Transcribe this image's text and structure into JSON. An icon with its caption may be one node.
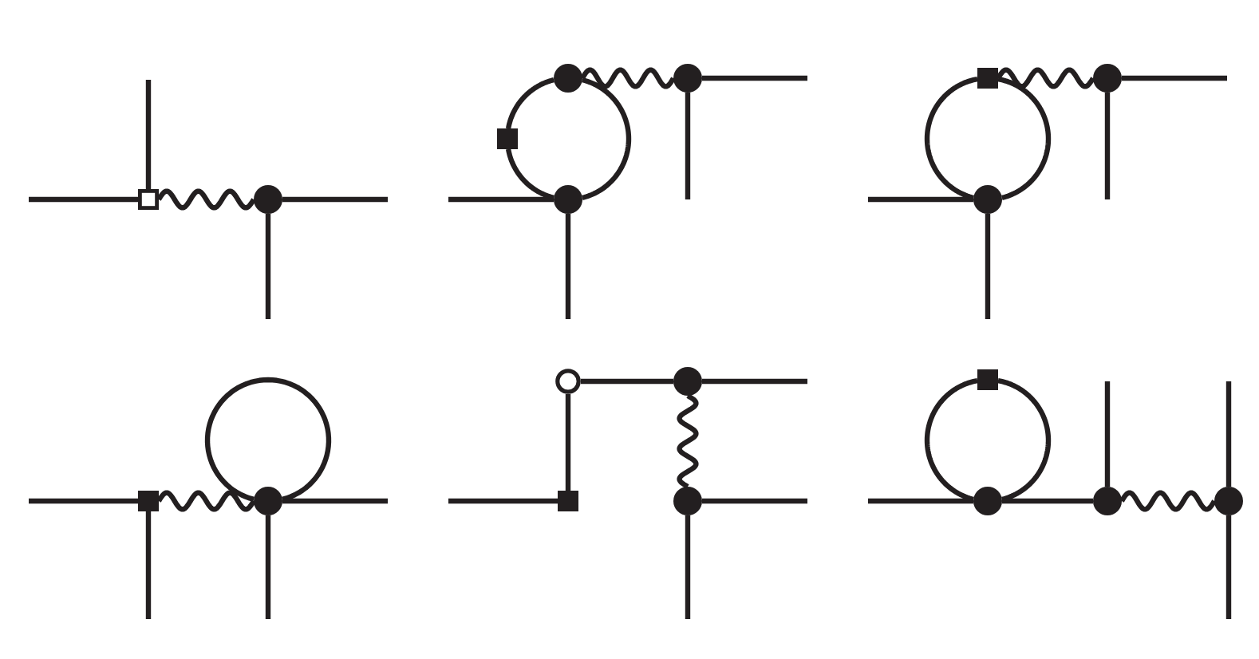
{
  "diagram": {
    "nodes": [
      {
        "text": [],
        "shape": "box"
      },
      {
        "text": [],
        "shape": "dot"
      },
      {
        "text": [],
        "shape": "dot"
      },
      {
        "text": [],
        "shape": "dot"
      },
      {
        "text": [],
        "shape": "square"
      },
      {
        "text": [],
        "shape": "dot"
      },
      {
        "text": [],
        "shape": "square"
      },
      {
        "text": [],
        "shape": "dot"
      },
      {
        "text": [],
        "shape": "dot"
      },
      {
        "text": [],
        "shape": "square"
      },
      {
        "text": [],
        "shape": "dot"
      },
      {
        "text": [],
        "shape": "circle"
      },
      {
        "text": [],
        "shape": "dot"
      },
      {
        "text": [],
        "shape": "square"
      },
      {
        "text": [],
        "shape": "dot"
      },
      {
        "text": [],
        "shape": "square"
      },
      {
        "text": [],
        "shape": "dot"
      },
      {
        "text": [],
        "shape": "dot"
      },
      {
        "text": [],
        "shape": "dot"
      }
    ],
    "edges": [
      {
        "from": null,
        "to": 0,
        "arrow": "none"
      },
      {
        "from": 0,
        "to": null,
        "arrow": "none"
      },
      {
        "from": 0,
        "to": 1,
        "arrow": "none"
      },
      {
        "from": 1,
        "to": null,
        "arrow": "none"
      },
      {
        "from": 1,
        "to": null,
        "arrow": "none"
      },
      {
        "from": 2,
        "to": 4,
        "arrow": "none"
      },
      {
        "from": 4,
        "to": 5,
        "arrow": "none"
      },
      {
        "from": 2,
        "to": 5,
        "arrow": "none"
      },
      {
        "from": 2,
        "to": 3,
        "arrow": "none"
      },
      {
        "from": 3,
        "to": null,
        "arrow": "none"
      },
      {
        "from": 3,
        "to": null,
        "arrow": "none"
      },
      {
        "from": null,
        "to": 5,
        "arrow": "none"
      },
      {
        "from": 5,
        "to": null,
        "arrow": "none"
      },
      {
        "from": 6,
        "to": 8,
        "arrow": "none"
      },
      {
        "from": 6,
        "to": 8,
        "arrow": "none"
      },
      {
        "from": 6,
        "to": 7,
        "arrow": "none"
      },
      {
        "from": 7,
        "to": null,
        "arrow": "none"
      },
      {
        "from": 7,
        "to": null,
        "arrow": "none"
      },
      {
        "from": null,
        "to": 8,
        "arrow": "none"
      },
      {
        "from": 8,
        "to": null,
        "arrow": "none"
      },
      {
        "from": null,
        "to": 9,
        "arrow": "none"
      },
      {
        "from": 9,
        "to": null,
        "arrow": "none"
      },
      {
        "from": 9,
        "to": 10,
        "arrow": "none"
      },
      {
        "from": 10,
        "to": 10,
        "arrow": "none"
      },
      {
        "from": 10,
        "to": null,
        "arrow": "none"
      },
      {
        "from": 10,
        "to": null,
        "arrow": "none"
      },
      {
        "from": 11,
        "to": 12,
        "arrow": "none"
      },
      {
        "from": 12,
        "to": null,
        "arrow": "none"
      },
      {
        "from": 11,
        "to": 13,
        "arrow": "none"
      },
      {
        "from": null,
        "to": 13,
        "arrow": "none"
      },
      {
        "from": 12,
        "to": 14,
        "arrow": "none"
      },
      {
        "from": 14,
        "to": null,
        "arrow": "none"
      },
      {
        "from": 14,
        "to": null,
        "arrow": "none"
      },
      {
        "from": 15,
        "to": 16,
        "arrow": "none"
      },
      {
        "from": 15,
        "to": 16,
        "arrow": "none"
      },
      {
        "from": null,
        "to": 16,
        "arrow": "none"
      },
      {
        "from": 16,
        "to": 17,
        "arrow": "none"
      },
      {
        "from": 17,
        "to": null,
        "arrow": "none"
      },
      {
        "from": 17,
        "to": 18,
        "arrow": "none"
      },
      {
        "from": null,
        "to": 18,
        "arrow": "none"
      },
      {
        "from": 18,
        "to": null,
        "arrow": "none"
      }
    ]
  }
}
